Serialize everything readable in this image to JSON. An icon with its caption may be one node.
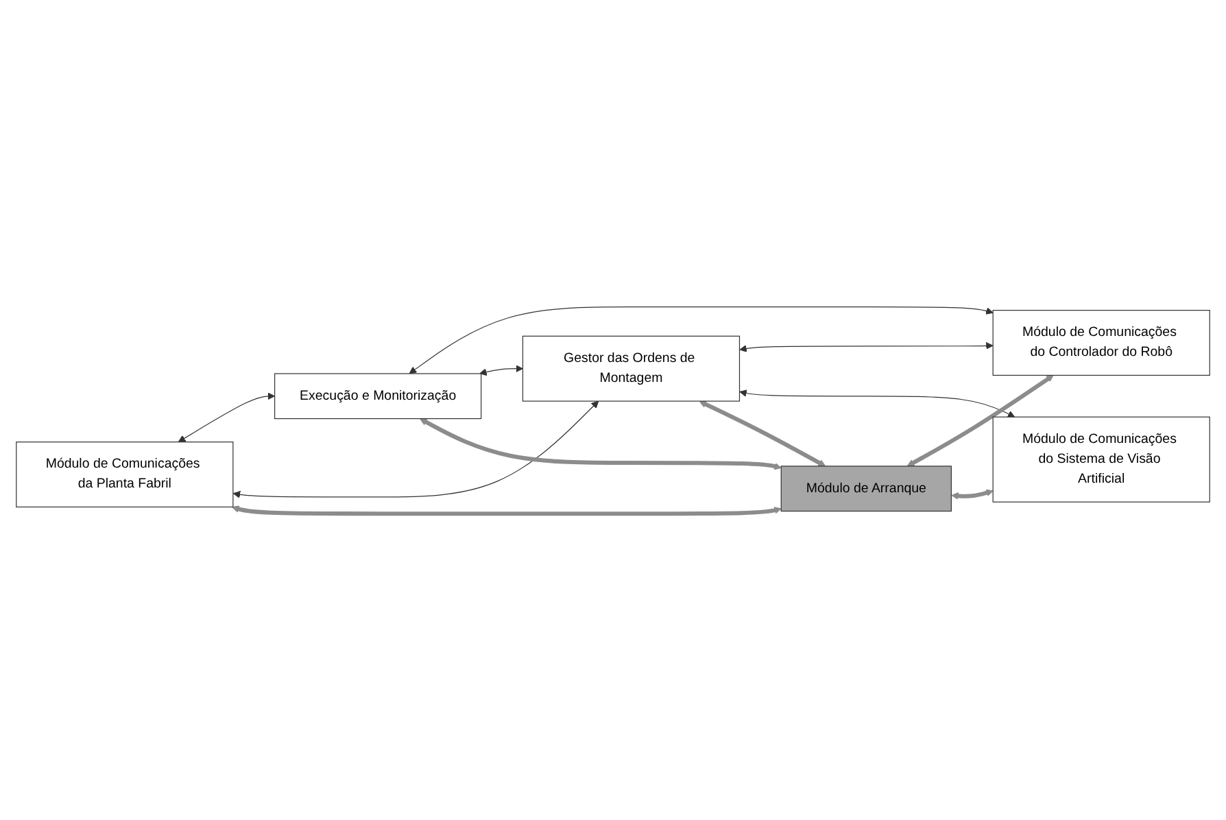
{
  "diagram": {
    "nodes": [
      {
        "text": [
          "Módulo de Comunicações da Planta Fabril"
        ]
      },
      {
        "text": [
          "Execução e Monitorização"
        ]
      },
      {
        "text": [
          "Módulo de Comunicações do Controlador do Robô"
        ]
      },
      {
        "text": [
          "Gestor das Ordens de Montagem"
        ]
      },
      {
        "text": [
          "Módulo de Comunicações do Sistema de Visão Artificial"
        ]
      },
      {
        "text": [
          "Módulo de Arranque"
        ]
      }
    ],
    "edges": [
      {
        "from": 0,
        "to": 1,
        "arrow": "both"
      },
      {
        "from": 1,
        "to": 2,
        "arrow": "both"
      },
      {
        "from": 1,
        "to": 3,
        "arrow": "both"
      },
      {
        "from": 0,
        "to": 3,
        "arrow": "both"
      },
      {
        "from": 3,
        "to": 2,
        "arrow": "both"
      },
      {
        "from": 3,
        "to": 4,
        "arrow": "both"
      },
      {
        "from": 1,
        "to": 5,
        "arrow": "both",
        "style": "thick",
        "color": "#8c8c8c"
      },
      {
        "from": 3,
        "to": 5,
        "arrow": "both",
        "style": "thick",
        "color": "#8c8c8c"
      },
      {
        "from": 5,
        "to": 2,
        "arrow": "both",
        "style": "thick",
        "color": "#8c8c8c"
      },
      {
        "from": 0,
        "to": 5,
        "arrow": "both",
        "style": "thick",
        "color": "#8c8c8c"
      },
      {
        "from": 5,
        "to": 4,
        "arrow": "both",
        "style": "thick",
        "color": "#8c8c8c"
      }
    ]
  }
}
